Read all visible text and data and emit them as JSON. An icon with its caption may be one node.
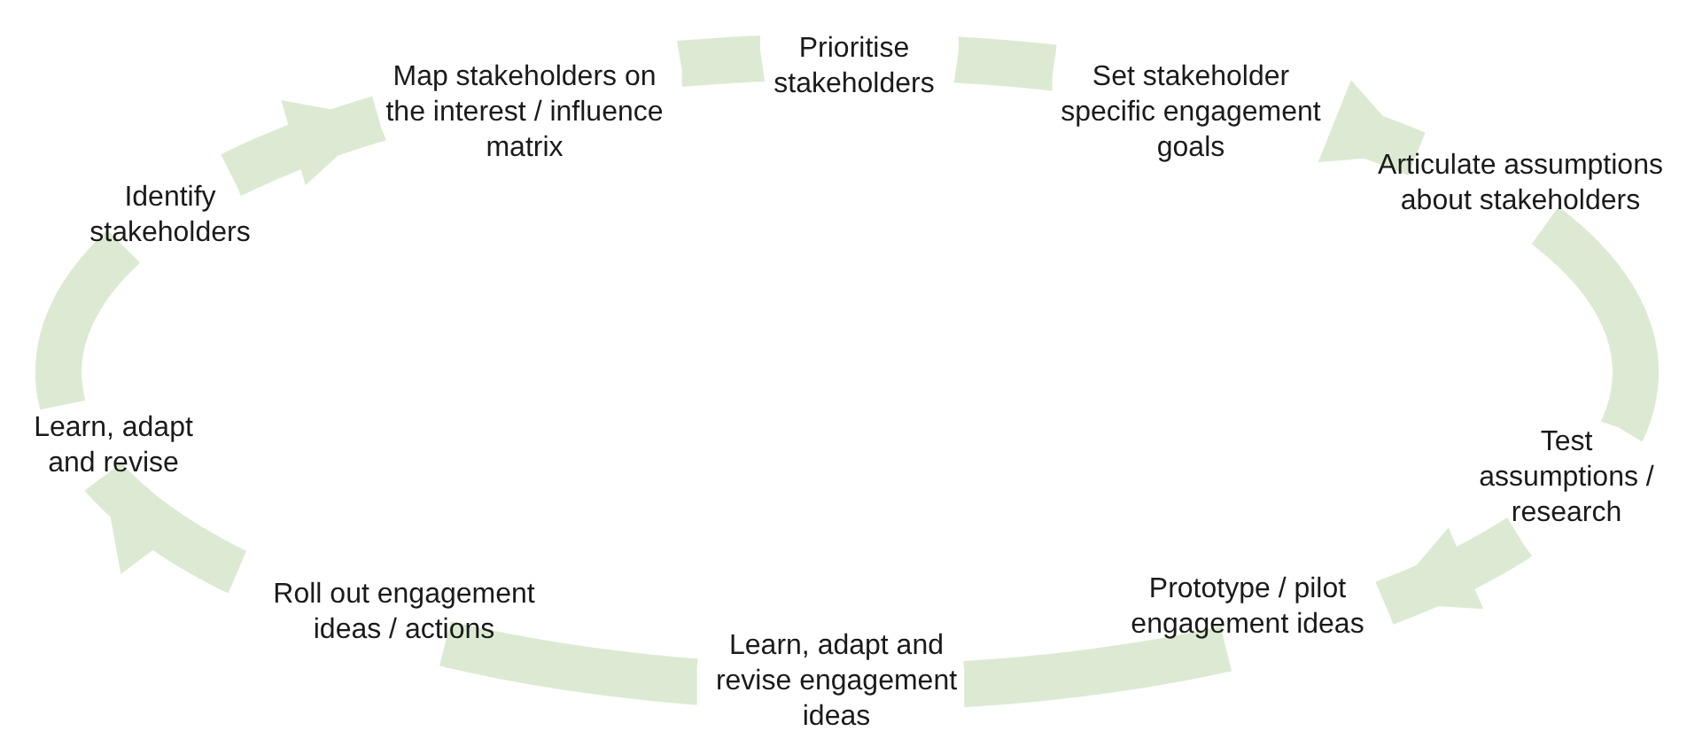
{
  "diagram": {
    "nodes": [
      {
        "text": [
          "Identify stakeholders"
        ]
      },
      {
        "text": [
          "Map stakeholders on the interest / influence matrix"
        ]
      },
      {
        "text": [
          "Prioritise stakeholders"
        ]
      },
      {
        "text": [
          "Set stakeholder specific engagement goals"
        ]
      },
      {
        "text": [
          "Articulate assumptions about stakeholders"
        ]
      },
      {
        "text": [
          "Test assumptions / research"
        ]
      },
      {
        "text": [
          "Prototype / pilot engagement ideas"
        ]
      },
      {
        "text": [
          "Learn, adapt and revise engagement ideas"
        ]
      },
      {
        "text": [
          "Roll out engagement ideas / actions"
        ]
      },
      {
        "text": [
          "Learn, adapt and revise"
        ]
      }
    ],
    "edges": [
      {
        "from": 0,
        "to": 1,
        "arrow": "to"
      },
      {
        "from": 1,
        "to": 2,
        "arrow": "none"
      },
      {
        "from": 2,
        "to": 3,
        "arrow": "none"
      },
      {
        "from": 3,
        "to": 4,
        "arrow": "to"
      },
      {
        "from": 4,
        "to": 5,
        "arrow": "none"
      },
      {
        "from": 5,
        "to": 6,
        "arrow": "to"
      },
      {
        "from": 6,
        "to": 7,
        "arrow": "none"
      },
      {
        "from": 7,
        "to": 8,
        "arrow": "none"
      },
      {
        "from": 8,
        "to": 9,
        "arrow": "to"
      },
      {
        "from": 9,
        "to": 0,
        "arrow": "none"
      }
    ]
  }
}
